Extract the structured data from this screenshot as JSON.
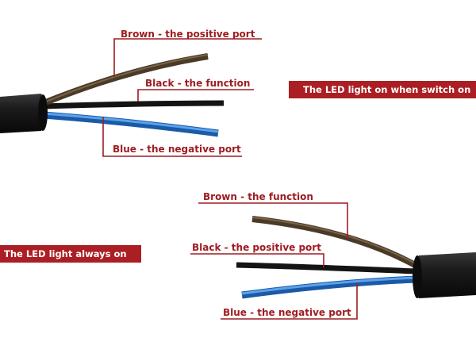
{
  "top_wiring": {
    "brown_label": "Brown - the positive port",
    "black_label": "Black - the function",
    "blue_label": "Blue -  the negative port",
    "mode_banner": "The LED light on when switch on"
  },
  "bottom_wiring": {
    "brown_label": "Brown - the function",
    "black_label": "Black - the positive port",
    "blue_label": "Blue - the negative port",
    "mode_banner": "The LED light always on"
  },
  "colors": {
    "accent": "#9e1d22",
    "banner_bg": "#ab1f24",
    "banner_text": "#ffffff",
    "sheath": "#151515",
    "brown_wire": "#5a4630",
    "black_wire": "#1a1a1a",
    "blue_wire": "#2f7fd6"
  }
}
